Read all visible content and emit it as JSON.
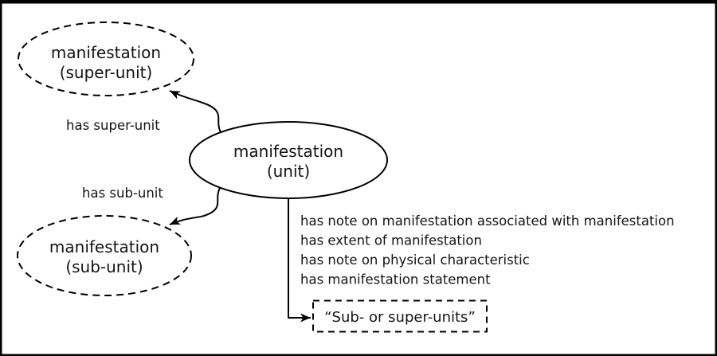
{
  "diagram": {
    "nodes": {
      "super_unit": {
        "line1": "manifestation",
        "line2": "(super-unit)"
      },
      "unit": {
        "line1": "manifestation",
        "line2": "(unit)"
      },
      "sub_unit": {
        "line1": "manifestation",
        "line2": "(sub-unit)"
      },
      "result_box": {
        "label": "“Sub- or super-units”"
      }
    },
    "edge_labels": {
      "has_super_unit": "has super-unit",
      "has_sub_unit": "has sub-unit"
    },
    "attribute_list": [
      "has note on manifestation associated with manifestation",
      "has extent of manifestation",
      "has note on physical characteristic",
      "has manifestation statement"
    ],
    "colors": {
      "line": "#000000",
      "text": "#141414",
      "background": "#ffffff"
    }
  }
}
